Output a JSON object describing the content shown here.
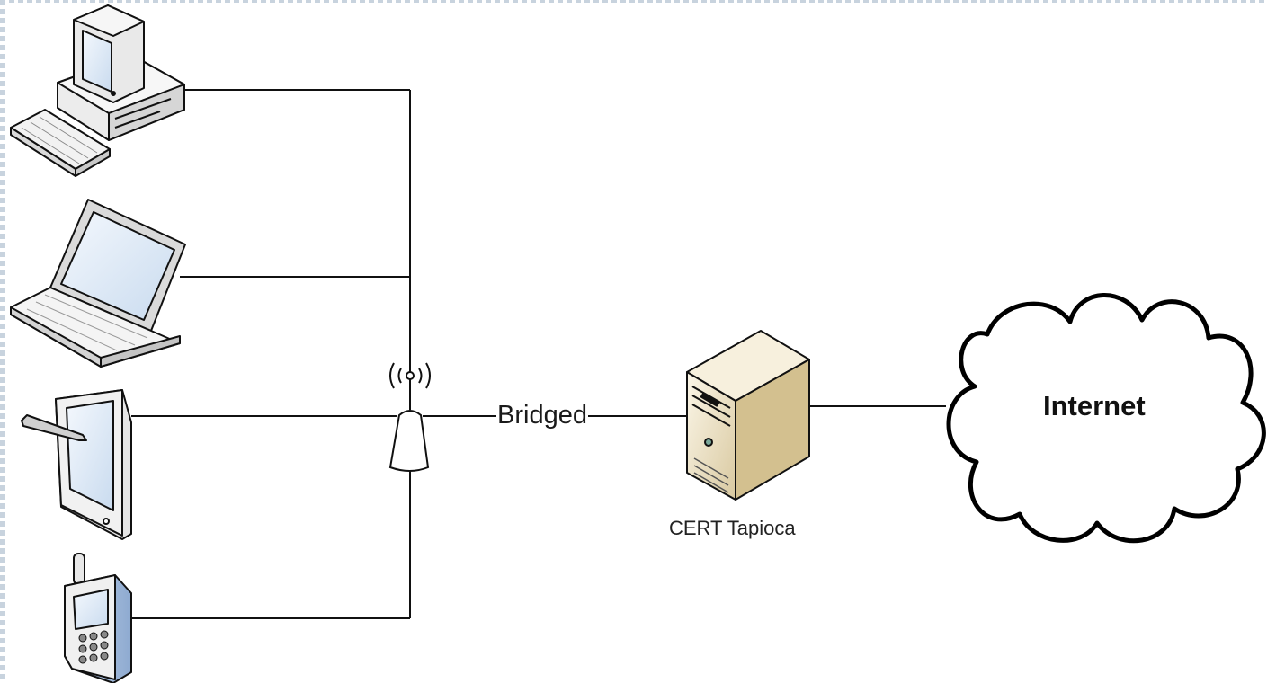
{
  "connection_label": "Bridged",
  "server_label": "CERT Tapioca",
  "cloud_label": "Internet",
  "icons": [
    "desktop-computer-icon",
    "laptop-icon",
    "tablet-with-stylus-icon",
    "mobile-phone-icon",
    "wireless-access-point-icon",
    "server-icon",
    "cloud-icon"
  ],
  "colors": {
    "line": "#111111",
    "device_body": "#efefef",
    "screen": "#e4eefa",
    "phone_body": "#a9c2e2",
    "server_body": "#eee3c6"
  }
}
